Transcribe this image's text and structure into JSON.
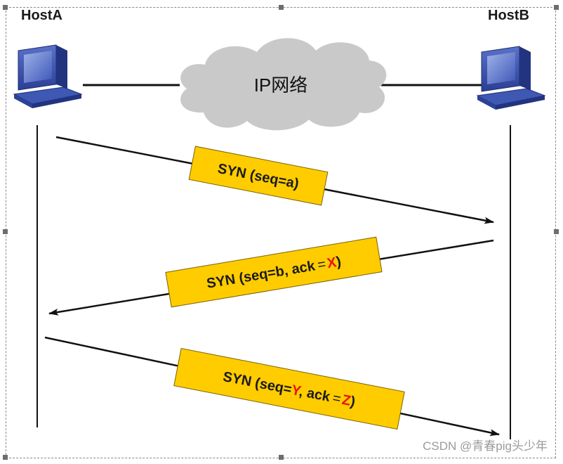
{
  "hosts": {
    "a": {
      "label": "HostA"
    },
    "b": {
      "label": "HostB"
    }
  },
  "network": {
    "label": "IP网络"
  },
  "messages": [
    {
      "text_parts": [
        "SYN (seq=a)"
      ],
      "var_parts": [],
      "direction": "A-to-B"
    },
    {
      "text_parts": [
        "SYN (seq=b, ack",
        "X",
        ")"
      ],
      "eq_after": 0,
      "var_index": [
        1
      ],
      "direction": "B-to-A"
    },
    {
      "text_parts": [
        "SYN (seq=",
        "Y",
        ", ack",
        "Z",
        ")"
      ],
      "var_index": [
        1,
        3
      ],
      "eq_after": 2,
      "direction": "A-to-B"
    }
  ],
  "watermark": {
    "text": "CSDN @青春pig头少年"
  },
  "colors": {
    "label_fill": "#ffcc00",
    "label_border": "#7a6200",
    "variable": "#e8160c",
    "cloud": "#c9c9c9",
    "arrow": "#111111"
  }
}
